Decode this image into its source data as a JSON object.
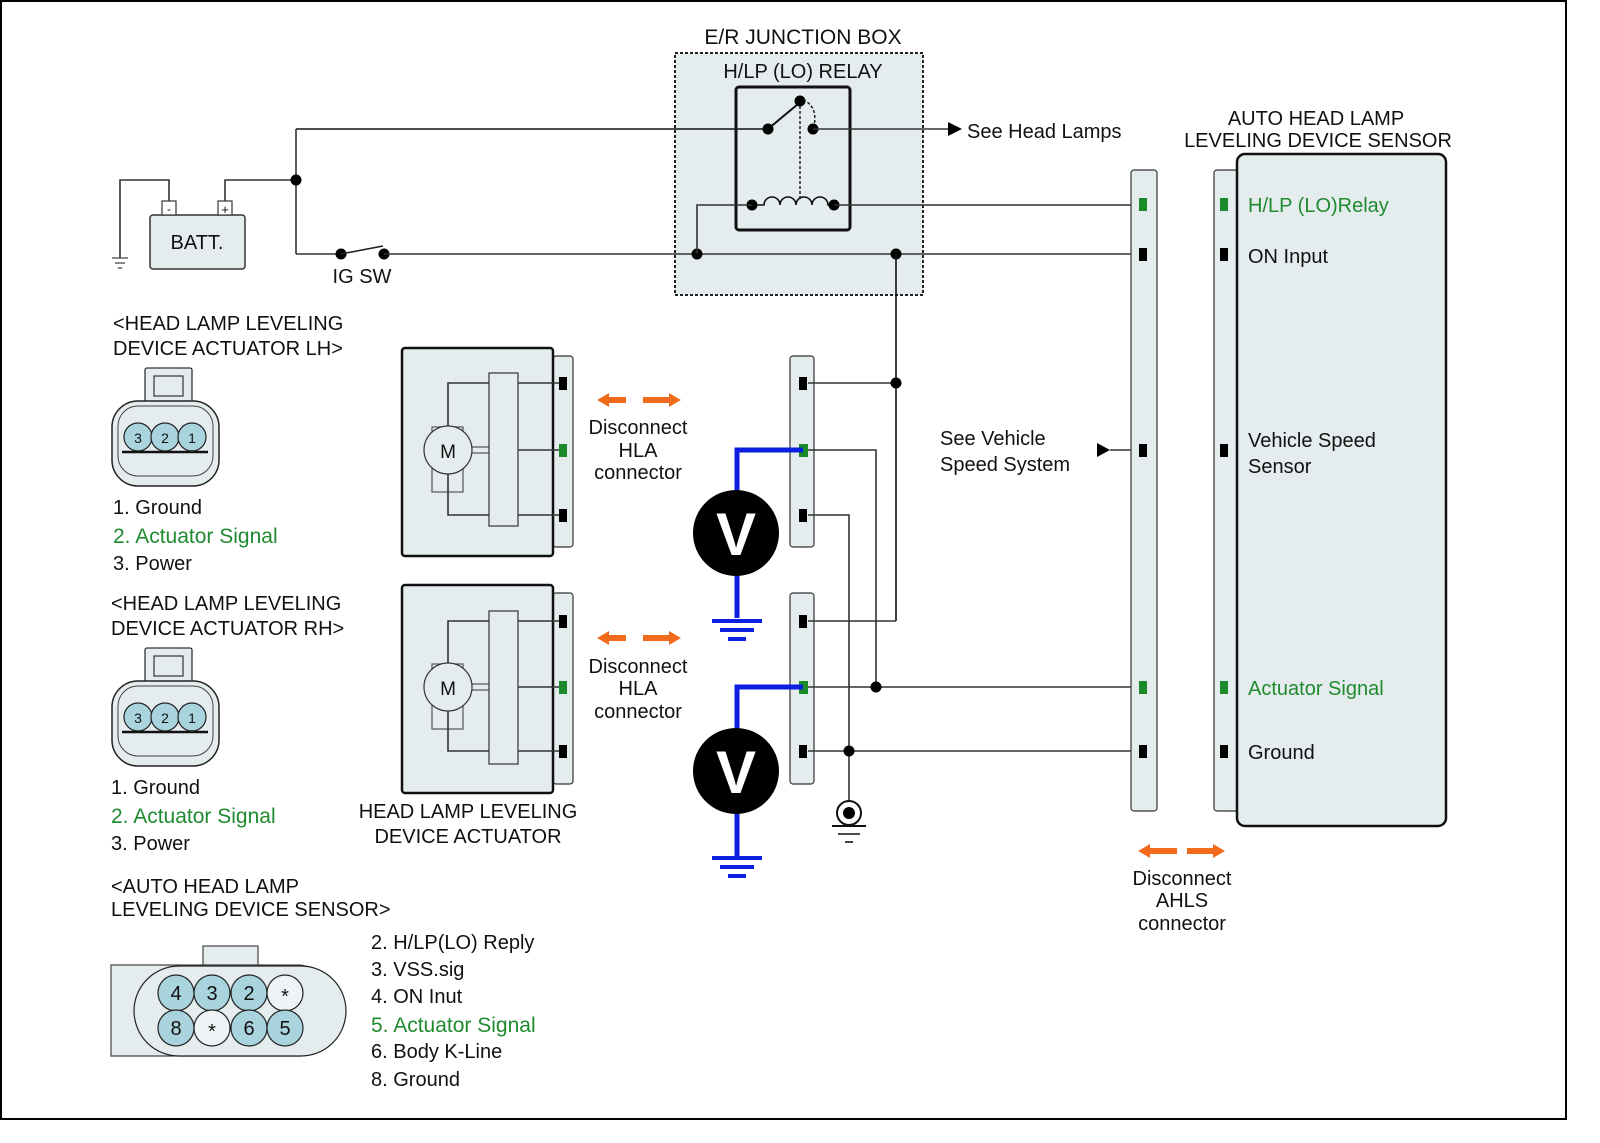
{
  "junction_box": {
    "title": "E/R JUNCTION BOX",
    "relay_label": "H/LP (LO) RELAY",
    "see_head_lamps": "See Head Lamps"
  },
  "battery": {
    "label": "BATT.",
    "neg": "-",
    "pos": "+"
  },
  "ig_switch": {
    "label": "IG SW"
  },
  "actuator_lh": {
    "title_line1": "<HEAD LAMP LEVELING",
    "title_line2": "DEVICE ACTUATOR LH>",
    "pins_visible": [
      "3",
      "2",
      "1"
    ],
    "pin_list": [
      {
        "text": "1. Ground",
        "highlight": false
      },
      {
        "text": "2. Actuator Signal",
        "highlight": true
      },
      {
        "text": "3. Power",
        "highlight": false
      }
    ]
  },
  "actuator_rh": {
    "title_line1": "<HEAD LAMP LEVELING",
    "title_line2": "DEVICE ACTUATOR RH>",
    "pins_visible": [
      "3",
      "2",
      "1"
    ],
    "pin_list": [
      {
        "text": "1. Ground",
        "highlight": false
      },
      {
        "text": "2. Actuator Signal",
        "highlight": true
      },
      {
        "text": "3. Power",
        "highlight": false
      }
    ]
  },
  "actuator_component": {
    "motor_label": "M",
    "caption_line1": "HEAD LAMP LEVELING",
    "caption_line2": "DEVICE ACTUATOR"
  },
  "disconnect_hla": {
    "line1": "Disconnect",
    "line2": "HLA",
    "line3": "connector"
  },
  "disconnect_ahls": {
    "line1": "Disconnect",
    "line2": "AHLS",
    "line3": "connector"
  },
  "voltmeter": {
    "label": "V"
  },
  "vehicle_speed_ref": {
    "line1": "See Vehicle",
    "line2": "Speed System"
  },
  "sensor": {
    "title_line1": "AUTO HEAD LAMP",
    "title_line2": "LEVELING DEVICE SENSOR",
    "terminals": [
      {
        "label": "H/LP (LO)Relay",
        "highlight": true
      },
      {
        "label": "ON Input",
        "highlight": false
      },
      {
        "label": "Vehicle Speed",
        "label2": "Sensor",
        "highlight": false
      },
      {
        "label": "Actuator Signal",
        "highlight": true
      },
      {
        "label": "Ground",
        "highlight": false
      }
    ]
  },
  "sensor_connector": {
    "title_line1": "<AUTO HEAD LAMP",
    "title_line2": "LEVELING DEVICE SENSOR>",
    "top_row": [
      "4",
      "3",
      "2",
      "*"
    ],
    "bottom_row": [
      "8",
      "*",
      "6",
      "5"
    ],
    "pin_list": [
      {
        "text": "2. H/LP(LO) Reply",
        "highlight": false
      },
      {
        "text": "3. VSS.sig",
        "highlight": false
      },
      {
        "text": "4. ON Inut",
        "highlight": false
      },
      {
        "text": "5. Actuator Signal",
        "highlight": true
      },
      {
        "text": "6. Body K-Line",
        "highlight": false
      },
      {
        "text": "8. Ground",
        "highlight": false
      }
    ]
  },
  "colors": {
    "highlight_green": "#1f8a2e",
    "measure_blue": "#0a1fe0",
    "disconnect_orange": "#f26b1d",
    "component_fill": "#e4ecee",
    "pin_fill": "#a9d3dd"
  }
}
